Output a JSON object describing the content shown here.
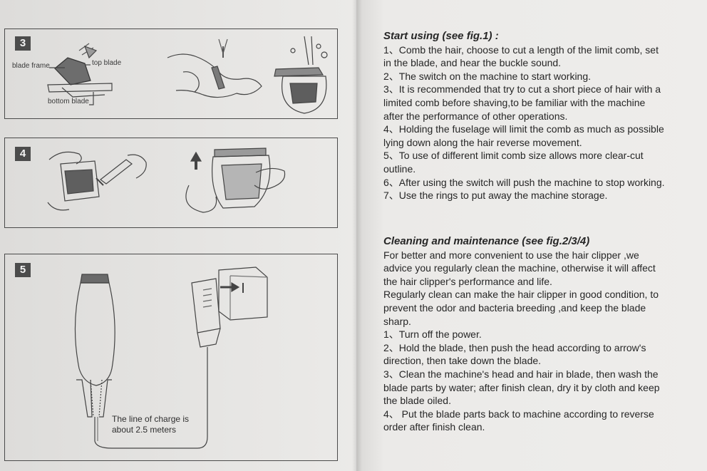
{
  "figures": {
    "fig3": {
      "number": "3",
      "labels": {
        "blade_frame": "blade frame",
        "top_blade": "top blade",
        "bottom_blade": "bottom blade"
      }
    },
    "fig4": {
      "number": "4"
    },
    "fig5": {
      "number": "5",
      "charge_note": [
        "The line of charge is",
        "about 2.5 meters"
      ]
    }
  },
  "start_using": {
    "heading": "Start using (see fig.1) :",
    "lines": [
      "1、Comb the hair, choose to cut a length of the limit comb, set",
      "in the blade, and hear the buckle sound.",
      "2、The switch on the machine to start working.",
      "3、It is recommended that try to cut a short piece of hair with a",
      "limited comb before shaving,to be familiar with the machine",
      "after the performance of other operations.",
      "4、Holding the fuselage will limit the comb as much as possible",
      "lying down along the hair reverse movement.",
      "5、To use of different limit comb size allows more clear-cut",
      "outline.",
      "6、After using the switch will push the machine to stop working.",
      "7、Use the rings to put away the machine storage."
    ]
  },
  "cleaning": {
    "heading": "Cleaning and maintenance (see fig.2/3/4)",
    "lines": [
      "For better and more convenient to use the hair clipper ,we",
      "advice you regularly clean the machine, otherwise it will  affect",
      "the hair clipper's performance and life.",
      "Regularly clean can make the hair clipper in good condition, to",
      "prevent the odor and bacteria breeding ,and keep the blade",
      "sharp.",
      "1、Turn off the power.",
      "2、Hold the blade, then push the head according to arrow's",
      "direction, then take down the blade.",
      "3、Clean the machine's head and hair in blade, then wash the",
      "blade parts by water; after finish clean, dry it by cloth and keep",
      "the blade oiled.",
      "4、 Put the blade parts back to machine according to  reverse",
      "order after finish clean."
    ]
  }
}
